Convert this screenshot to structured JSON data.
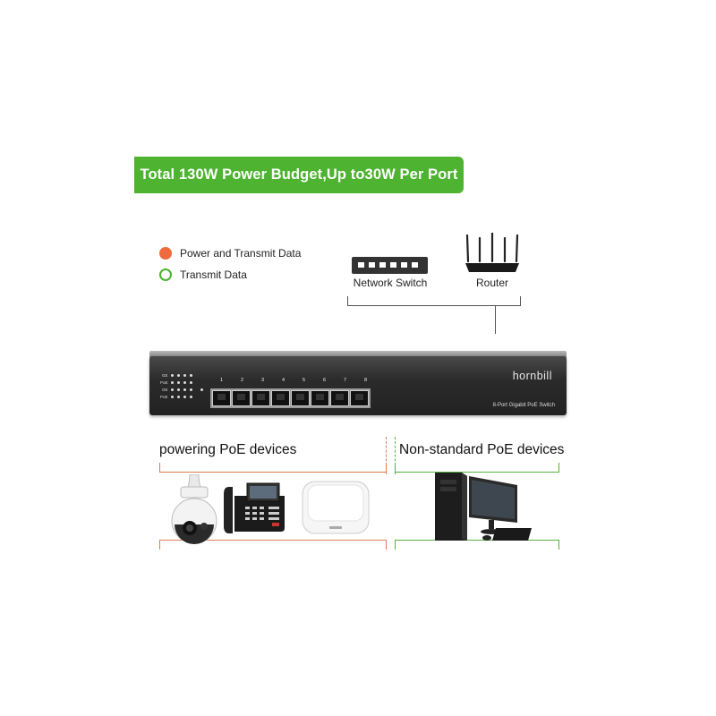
{
  "banner": {
    "text": "Total 130W Power Budget,Up to30W Per Port"
  },
  "legend": {
    "items": [
      {
        "label": "Power and Transmit Data"
      },
      {
        "label": "Transmit Data"
      }
    ]
  },
  "topology": {
    "network_switch_label": "Network Switch",
    "router_label": "Router"
  },
  "switch": {
    "brand": "hornbill",
    "model": "8-Port Gigabit PoE Switch",
    "port_numbers": [
      "1",
      "2",
      "3",
      "4",
      "5",
      "6",
      "7",
      "8"
    ]
  },
  "sections": {
    "poe_devices": {
      "title": "powering PoE devices"
    },
    "non_poe_devices": {
      "title": "Non-standard PoE devices"
    }
  },
  "colors": {
    "accent_green": "#4db330",
    "poe_orange": "#ef6a3c"
  }
}
